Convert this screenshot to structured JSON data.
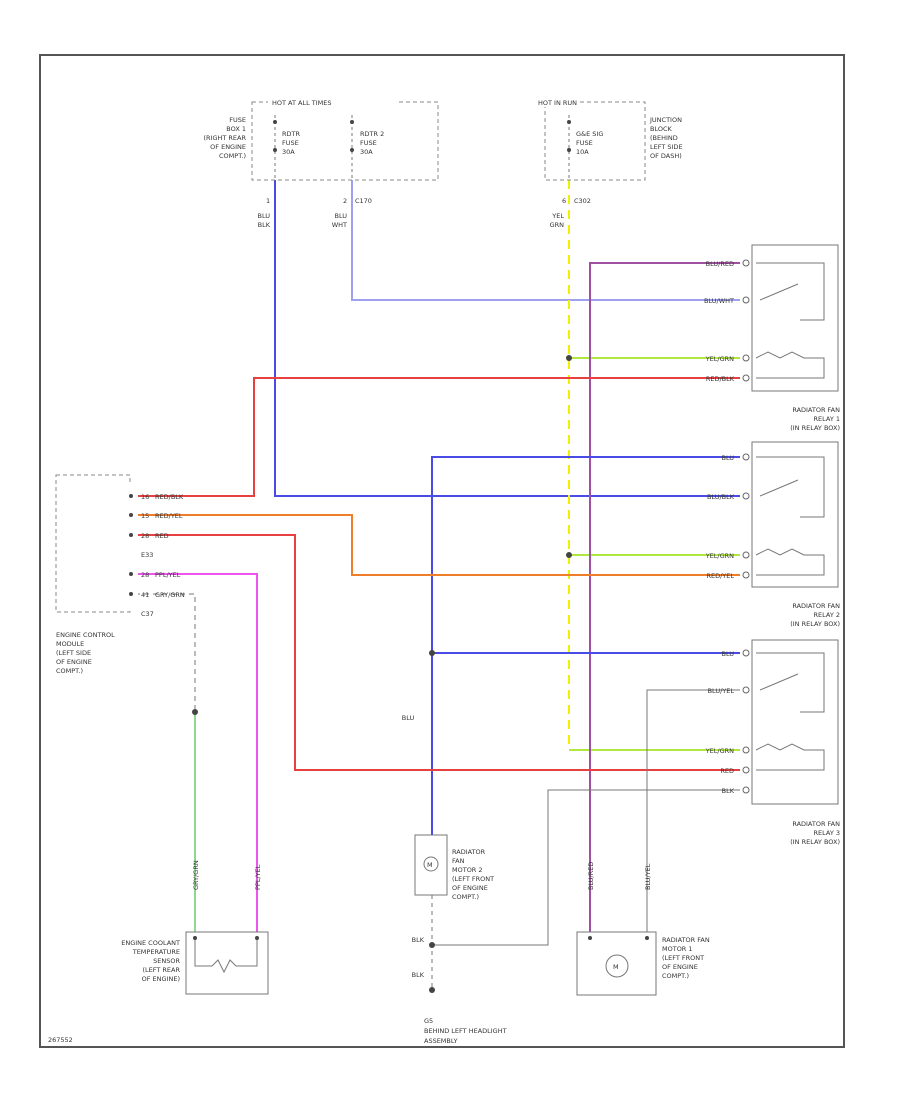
{
  "fuse_box_1": {
    "header": "HOT AT ALL TIMES",
    "name_lines": [
      "FUSE",
      "BOX 1",
      "(RIGHT REAR",
      "OF ENGINE",
      "COMPT.)"
    ],
    "fuse_a_lines": [
      "RDTR",
      "FUSE",
      "30A"
    ],
    "fuse_b_lines": [
      "RDTR 2",
      "FUSE",
      "30A"
    ],
    "pin_1": "1",
    "pin_2": "2",
    "conn_2": "C170"
  },
  "junction_block": {
    "header": "HOT IN RUN",
    "name_lines": [
      "JUNCTION",
      "BLOCK",
      "(BEHIND",
      "LEFT SIDE",
      "OF DASH)"
    ],
    "fuse_lines": [
      "G&E SIG",
      "FUSE",
      "10A"
    ],
    "pin": "6",
    "conn": "C302"
  },
  "wire_colors": {
    "w1": [
      "BLU",
      "BLK"
    ],
    "w2": [
      "BLU",
      "WHT"
    ],
    "w3": [
      "YEL",
      "GRN"
    ]
  },
  "ecm": {
    "name_lines": [
      "ENGINE CONTROL",
      "MODULE",
      "(LEFT SIDE",
      "OF ENGINE",
      "COMPT.)"
    ],
    "pins": [
      {
        "num": "16",
        "wire": "RED/BLK"
      },
      {
        "num": "15",
        "wire": "RED/YEL"
      },
      {
        "num": "28",
        "wire": "RED"
      },
      {
        "num": "28",
        "wire": "PPL/YEL"
      },
      {
        "num": "41",
        "wire": "GRY/GRN"
      }
    ],
    "conn_1": "E33",
    "conn_2": "C37"
  },
  "relay_1": {
    "name_lines": [
      "RADIATOR FAN",
      "RELAY 1",
      "(IN RELAY BOX)"
    ],
    "wires": [
      "BLU/RED",
      "BLU/WHT",
      "YEL/GRN",
      "RED/BLK"
    ]
  },
  "relay_2": {
    "name_lines": [
      "RADIATOR FAN",
      "RELAY 2",
      "(IN RELAY BOX)"
    ],
    "wires": [
      "BLU",
      "BLU/BLK",
      "YEL/GRN",
      "RED/YEL"
    ]
  },
  "relay_3": {
    "name_lines": [
      "RADIATOR FAN",
      "RELAY 3",
      "(IN RELAY BOX)"
    ],
    "wires": [
      "BLU",
      "BLU/YEL",
      "YEL/GRN",
      "RED",
      "BLK"
    ]
  },
  "blu_label": "BLU",
  "motor_2": {
    "name_lines": [
      "RADIATOR",
      "FAN",
      "MOTOR 2",
      "(LEFT FRONT",
      "OF ENGINE",
      "COMPT.)"
    ],
    "ground_wire_1": "BLK",
    "ground_wire_2": "BLK"
  },
  "ground": {
    "id": "G5",
    "lines": [
      "BEHIND LEFT HEADLIGHT",
      "ASSEMBLY"
    ]
  },
  "motor_1": {
    "name_lines": [
      "RADIATOR FAN",
      "MOTOR 1",
      "(LEFT FRONT",
      "OF ENGINE",
      "COMPT.)"
    ],
    "wire_a": "BLU/RED",
    "wire_b": "BLU/YEL"
  },
  "sensor": {
    "name_lines": [
      "ENGINE COOLANT",
      "TEMPERATURE",
      "SENSOR",
      "(LEFT REAR",
      "OF ENGINE)"
    ],
    "wire_a": "GRY/GRN",
    "wire_b": "PPL/YEL"
  },
  "figure_id": "267552",
  "colors": {
    "blue": "#4a4ae6",
    "light_blue": "#a0a0f0",
    "yellow": "#f0f000",
    "magenta": "#ee55ee",
    "purple": "#a050a0",
    "red": "#e84040",
    "orange": "#f07d2a",
    "yel_grn": "#b0e840",
    "green": "#90d890"
  }
}
